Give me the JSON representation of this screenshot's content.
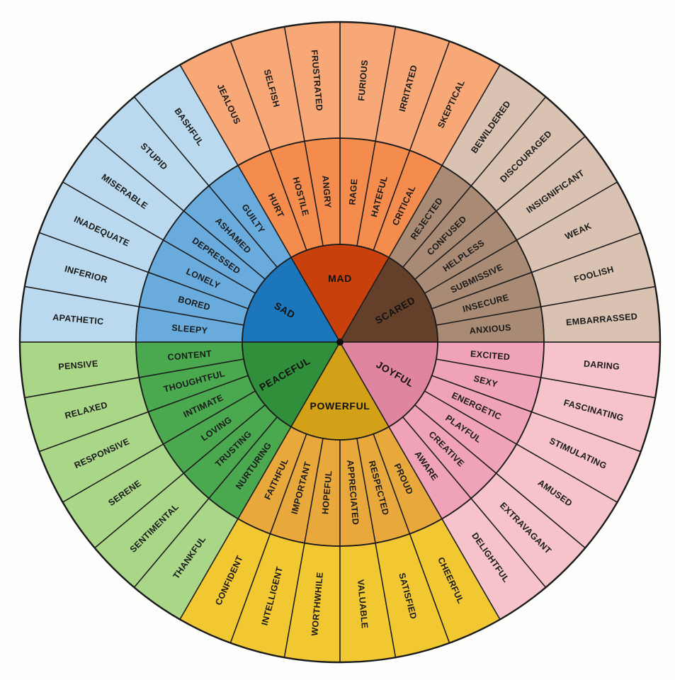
{
  "diagram": {
    "name": "feelings-wheel",
    "stroke_color": "#1b1b1b",
    "background": "#fdfdfc",
    "wheel": {
      "cores": [
        {
          "label": "SCARED",
          "colors": {
            "core": "#64402a",
            "middle": "#a98a74",
            "outer": "#d9c2b1"
          },
          "middle": [
            "ANXIOUS",
            "INSECURE",
            "SUBMISSIVE",
            "HELPLESS",
            "CONFUSED",
            "REJECTED"
          ],
          "outer": [
            "EMBARRASSED",
            "FOOLISH",
            "WEAK",
            "INSIGNIFICANT",
            "DISCOURAGED",
            "BEWILDERED"
          ]
        },
        {
          "label": "MAD",
          "colors": {
            "core": "#c8410d",
            "middle": "#f38c4c",
            "outer": "#f8a876"
          },
          "middle": [
            "CRITICAL",
            "HATEFUL",
            "RAGE",
            "ANGRY",
            "HOSTILE",
            "HURT"
          ],
          "outer": [
            "SKEPTICAL",
            "IRRITATED",
            "FURIOUS",
            "FRUSTRATED",
            "SELFISH",
            "JEALOUS"
          ]
        },
        {
          "label": "SAD",
          "colors": {
            "core": "#1c76bb",
            "middle": "#69abdc",
            "outer": "#bad9ee"
          },
          "middle": [
            "GUILTY",
            "ASHAMED",
            "DEPRESSED",
            "LONELY",
            "BORED",
            "SLEEPY"
          ],
          "outer": [
            "BASHFUL",
            "STUPID",
            "MISERABLE",
            "INADEQUATE",
            "INFERIOR",
            "APATHETIC"
          ]
        },
        {
          "label": "PEACEFUL",
          "colors": {
            "core": "#2f8f3a",
            "middle": "#4aa84f",
            "outer": "#a9d687"
          },
          "middle": [
            "CONTENT",
            "THOUGHTFUL",
            "INTIMATE",
            "LOVING",
            "TRUSTING",
            "NURTURING"
          ],
          "outer": [
            "PENSIVE",
            "RELAXED",
            "RESPONSIVE",
            "SERENE",
            "SENTIMENTAL",
            "THANKFUL"
          ]
        },
        {
          "label": "POWERFUL",
          "colors": {
            "core": "#d3a118",
            "middle": "#e8a83b",
            "outer": "#f2c832"
          },
          "middle": [
            "FAITHFUL",
            "IMPORTANT",
            "HOPEFUL",
            "APPRECIATED",
            "RESPECTED",
            "PROUD"
          ],
          "outer": [
            "CONFIDENT",
            "INTELLIGENT",
            "WORTHWHILE",
            "VALUABLE",
            "SATISFIED",
            "CHEERFUL"
          ]
        },
        {
          "label": "JOYFUL",
          "colors": {
            "core": "#df85a0",
            "middle": "#efa2b8",
            "outer": "#f5c3c9"
          },
          "middle": [
            "AWARE",
            "CREATIVE",
            "PLAYFUL",
            "ENERGETIC",
            "SEXY",
            "EXCITED"
          ],
          "outer": [
            "DELIGHTFUL",
            "EXTRAVAGANT",
            "AMUSED",
            "STIMULATING",
            "FASCINATING",
            "DARING"
          ]
        }
      ]
    }
  }
}
